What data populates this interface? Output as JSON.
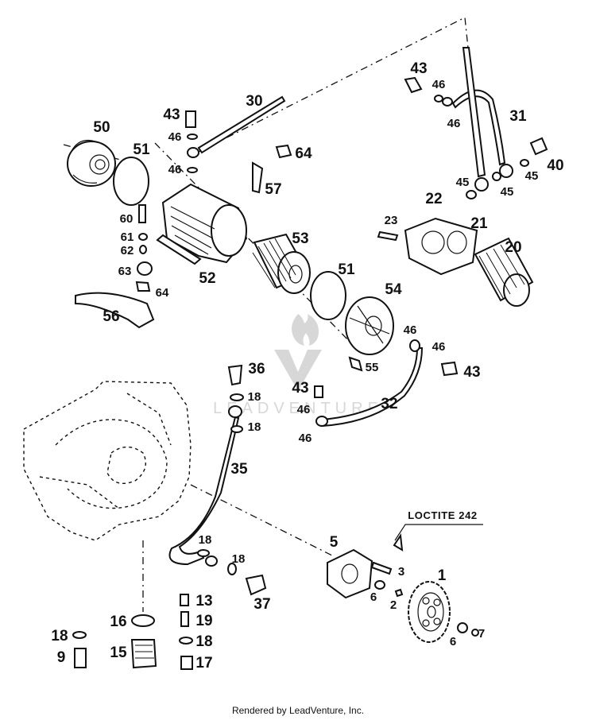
{
  "footer": "Rendered by LeadVenture, Inc.",
  "watermark": "LEADVENTURE",
  "note": "LOCTITE 242",
  "labels": {
    "p50": "50",
    "p51a": "51",
    "p51b": "51",
    "p43a": "43",
    "p43b": "43",
    "p43c": "43",
    "p43d": "43",
    "p46a": "46",
    "p46b": "46",
    "p46c": "46",
    "p46d": "46",
    "p46e": "46",
    "p46f": "46",
    "p46g": "46",
    "p46h": "46",
    "p30": "30",
    "p31": "31",
    "p32": "32",
    "p64a": "64",
    "p64b": "64",
    "p57": "57",
    "p40": "40",
    "p45a": "45",
    "p45b": "45",
    "p45c": "45",
    "p22": "22",
    "p21": "21",
    "p23": "23",
    "p20": "20",
    "p60": "60",
    "p61": "61",
    "p62": "62",
    "p63": "63",
    "p52": "52",
    "p53": "53",
    "p54": "54",
    "p55": "55",
    "p56": "56",
    "p36": "36",
    "p18a": "18",
    "p18b": "18",
    "p18c": "18",
    "p18d": "18",
    "p18e": "18",
    "p18f": "18",
    "p35": "35",
    "p37": "37",
    "p13": "13",
    "p19": "19",
    "p17": "17",
    "p16": "16",
    "p15": "15",
    "p9": "9",
    "p5": "5",
    "p3": "3",
    "p6a": "6",
    "p6b": "6",
    "p2": "2",
    "p1": "1",
    "p7": "7"
  }
}
